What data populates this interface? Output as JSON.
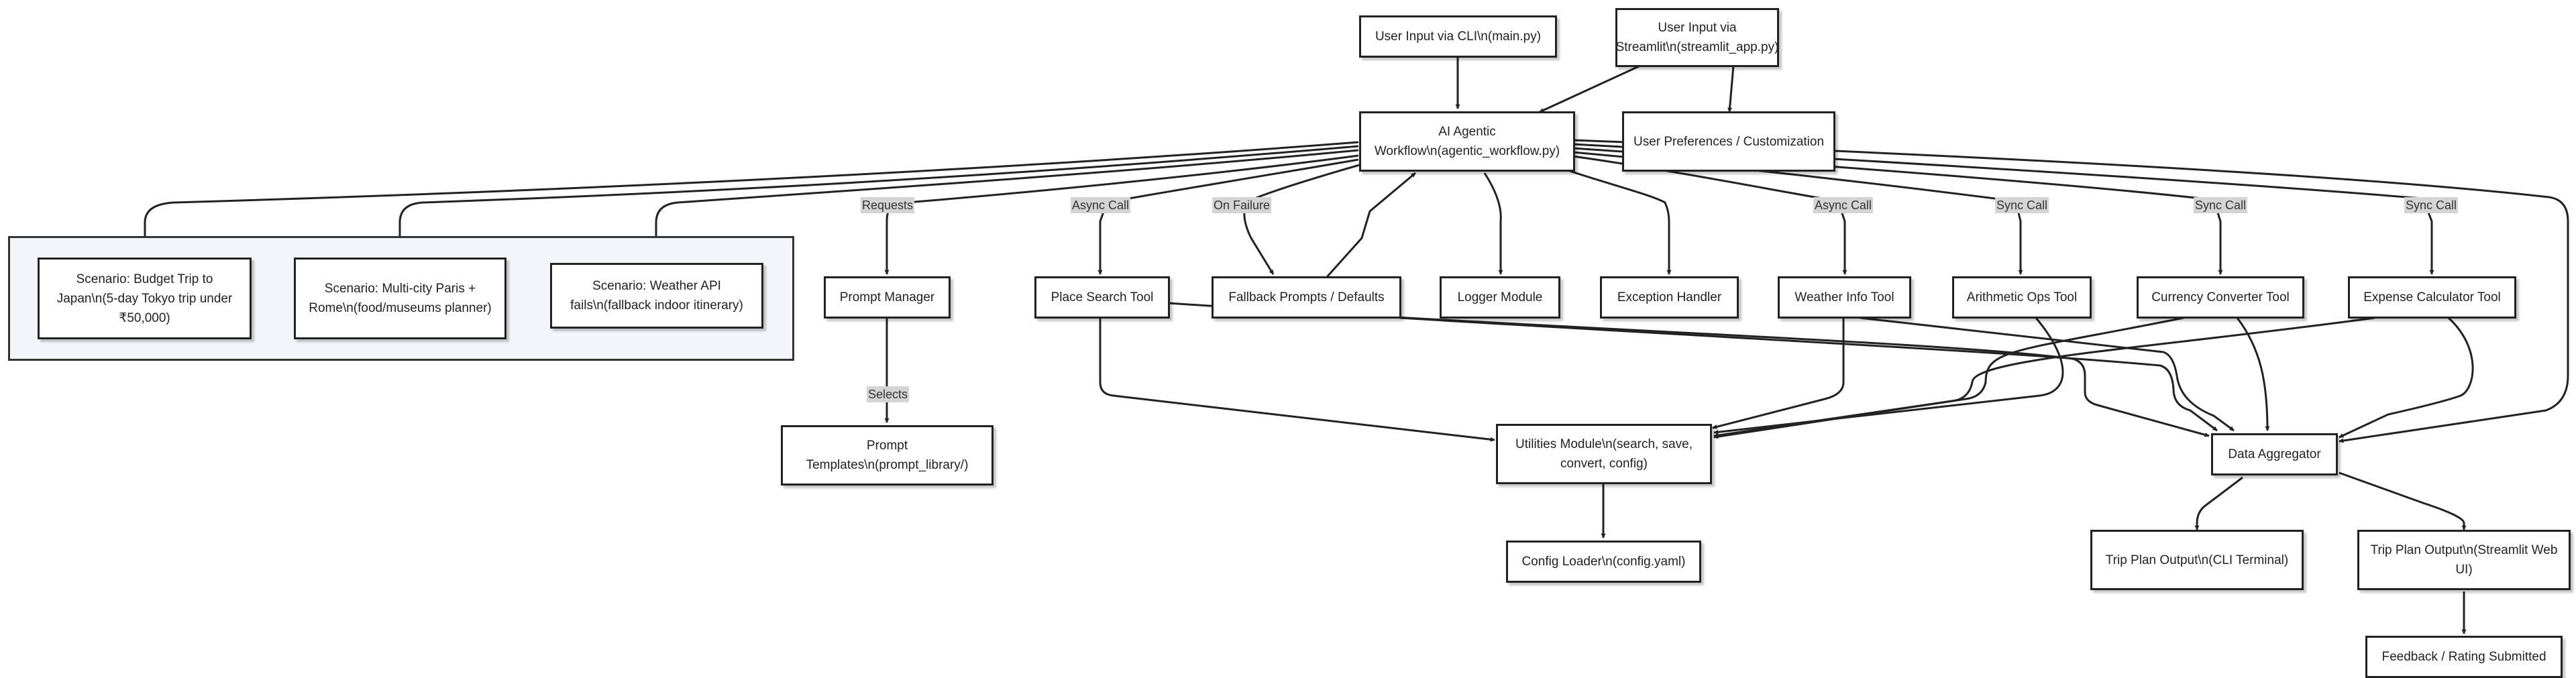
{
  "diagram": {
    "nodes": {
      "cli_input": "User Input via CLI\\n(main.py)",
      "streamlit_input": "User Input via Streamlit\\n(streamlit_app.py)",
      "workflow": "AI Agentic Workflow\\n(agentic_workflow.py)",
      "preferences": "User Preferences / Customization",
      "scenario_japan": "Scenario: Budget Trip to Japan\\n(5-day Tokyo trip under ₹50,000)",
      "scenario_multicity": "Scenario: Multi-city Paris + Rome\\n(food/museums planner)",
      "scenario_weather": "Scenario: Weather API fails\\n(fallback indoor itinerary)",
      "prompt_manager": "Prompt Manager",
      "place_search": "Place Search Tool",
      "fallback": "Fallback Prompts / Defaults",
      "logger": "Logger Module",
      "exception": "Exception Handler",
      "weather": "Weather Info Tool",
      "arithmetic": "Arithmetic Ops Tool",
      "currency": "Currency Converter Tool",
      "expense": "Expense Calculator Tool",
      "prompt_templates": "Prompt Templates\\n(prompt_library/)",
      "utilities": "Utilities Module\\n(search, save, convert, config)",
      "aggregator": "Data Aggregator",
      "config_loader": "Config Loader\\n(config.yaml)",
      "output_cli": "Trip Plan Output\\n(CLI Terminal)",
      "output_web": "Trip Plan Output\\n(Streamlit Web UI)",
      "feedback": "Feedback / Rating Submitted"
    },
    "edge_labels": {
      "requests": "Requests",
      "async_call_place": "Async Call",
      "on_failure": "On Failure",
      "async_call_weather": "Async Call",
      "sync_call_arith": "Sync Call",
      "sync_call_currency": "Sync Call",
      "sync_call_expense": "Sync Call",
      "selects": "Selects"
    },
    "colors": {
      "stroke": "#222222",
      "cluster_fill": "#f4f5fb",
      "label_fill": "#d4d4d4"
    }
  }
}
